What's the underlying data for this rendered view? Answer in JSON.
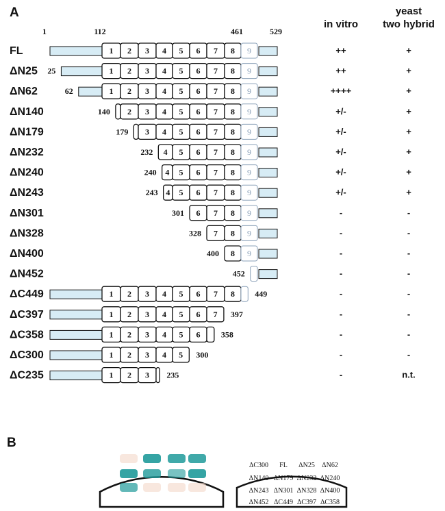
{
  "panel_a_label": "A",
  "panel_b_label": "B",
  "columns": {
    "in_vitro": "in vitro",
    "yeast_line1": "yeast",
    "yeast_line2": "two hybrid"
  },
  "scale_labels": [
    "1",
    "112",
    "461",
    "529"
  ],
  "constructs": [
    {
      "name": "FL",
      "start": 1,
      "end": 529,
      "pos_label": "",
      "in_vitro": "++",
      "yeast": "+"
    },
    {
      "name": "ΔN25",
      "start": 25,
      "end": 529,
      "pos_label": "25",
      "in_vitro": "++",
      "yeast": "+"
    },
    {
      "name": "ΔN62",
      "start": 62,
      "end": 529,
      "pos_label": "62",
      "in_vitro": "++++",
      "yeast": "+"
    },
    {
      "name": "ΔN140",
      "start": 140,
      "end": 529,
      "pos_label": "140",
      "in_vitro": "+/-",
      "yeast": "+"
    },
    {
      "name": "ΔN179",
      "start": 179,
      "end": 529,
      "pos_label": "179",
      "in_vitro": "+/-",
      "yeast": "+"
    },
    {
      "name": "ΔN232",
      "start": 232,
      "end": 529,
      "pos_label": "232",
      "in_vitro": "+/-",
      "yeast": "+"
    },
    {
      "name": "ΔN240",
      "start": 240,
      "end": 529,
      "pos_label": "240",
      "in_vitro": "+/-",
      "yeast": "+"
    },
    {
      "name": "ΔN243",
      "start": 243,
      "end": 529,
      "pos_label": "243",
      "in_vitro": "+/-",
      "yeast": "+"
    },
    {
      "name": "ΔN301",
      "start": 301,
      "end": 529,
      "pos_label": "301",
      "in_vitro": "-",
      "yeast": "-"
    },
    {
      "name": "ΔN328",
      "start": 328,
      "end": 529,
      "pos_label": "328",
      "in_vitro": "-",
      "yeast": "-"
    },
    {
      "name": "ΔN400",
      "start": 400,
      "end": 529,
      "pos_label": "400",
      "in_vitro": "-",
      "yeast": "-"
    },
    {
      "name": "ΔN452",
      "start": 452,
      "end": 529,
      "pos_label": "452",
      "in_vitro": "-",
      "yeast": "-"
    },
    {
      "name": "ΔC449",
      "start": 1,
      "end": 449,
      "pos_label": "449",
      "in_vitro": "-",
      "yeast": "-"
    },
    {
      "name": "ΔC397",
      "start": 1,
      "end": 397,
      "pos_label": "397",
      "in_vitro": "-",
      "yeast": "-"
    },
    {
      "name": "ΔC358",
      "start": 1,
      "end": 358,
      "pos_label": "358",
      "in_vitro": "-",
      "yeast": "-"
    },
    {
      "name": "ΔC300",
      "start": 1,
      "end": 300,
      "pos_label": "300",
      "in_vitro": "-",
      "yeast": "-"
    },
    {
      "name": "ΔC235",
      "start": 1,
      "end": 235,
      "pos_label": "235",
      "in_vitro": "-",
      "yeast": "n.t."
    }
  ],
  "plate_grid": [
    [
      "ΔC300",
      "FL",
      "ΔN25",
      "ΔN62"
    ],
    [
      "ΔN140",
      "ΔN179",
      "ΔN232",
      "ΔN240"
    ],
    [
      "ΔN243",
      "ΔN301",
      "ΔN328",
      "ΔN400"
    ],
    [
      "ΔN452",
      "ΔC449",
      "ΔC397",
      "ΔC358"
    ]
  ],
  "colors": {
    "bar_fill": "#d7ecf5",
    "blue_colony": "#1f9a9a",
    "faint_outline": "#8aa0b8"
  }
}
